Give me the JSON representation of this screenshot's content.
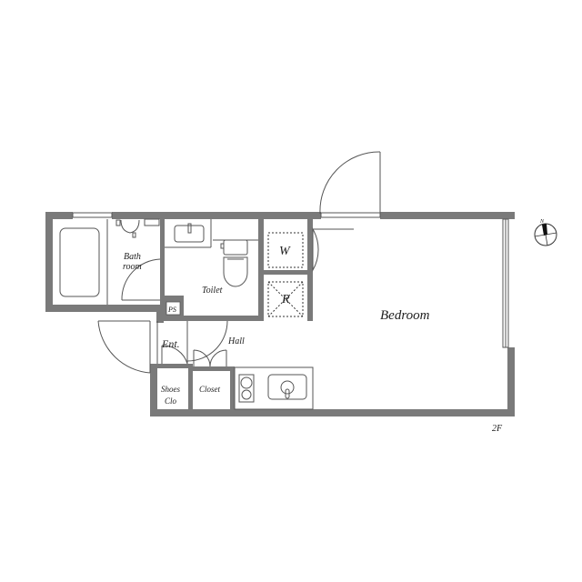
{
  "floor": "2F",
  "compass": {
    "label": "N"
  },
  "rooms": {
    "bedroom": "Bedroom",
    "bath_line1": "Bath",
    "bath_line2": "room",
    "toilet": "Toilet",
    "washer": "W",
    "fridge": "R",
    "ps": "PS",
    "entrance": "Ent.",
    "hall": "Hall",
    "shoes_line1": "Shoes",
    "shoes_line2": "Clo",
    "closet": "Closet"
  },
  "colors": {
    "wall": "#7a7a7a",
    "line": "#555555",
    "text": "#222222",
    "background": "#ffffff"
  }
}
